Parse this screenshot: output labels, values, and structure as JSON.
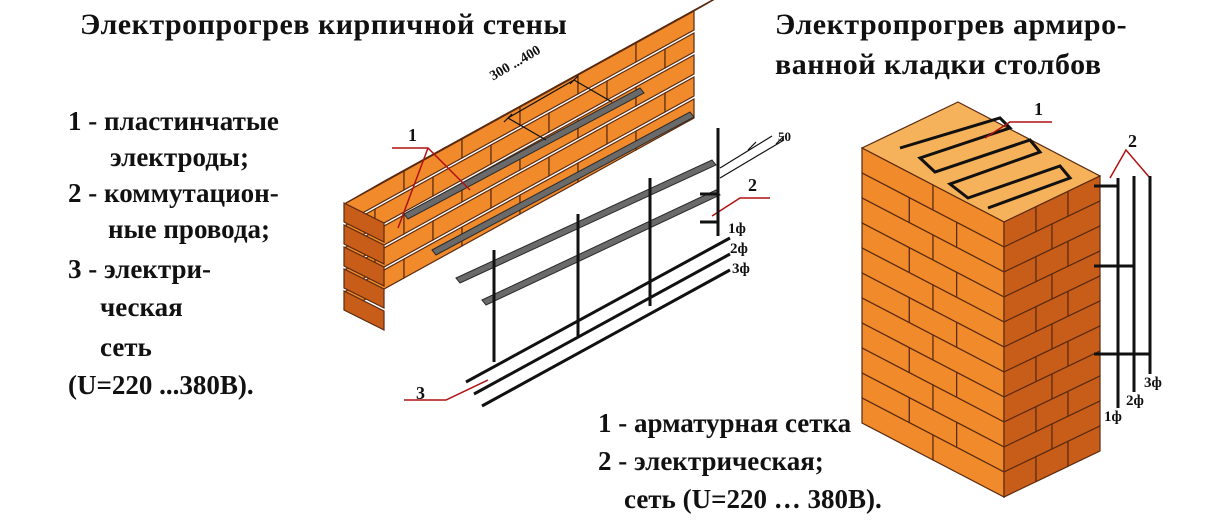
{
  "left_title": "Электропрогрев    кирпичной  стены",
  "right_title_line1": "Электропрогрев  армиро-",
  "right_title_line2": "ванной  кладки  столбов",
  "left_legend": {
    "l1": "1 - пластинчатые",
    "l2": "электроды;",
    "l3": "2 - коммутацион-",
    "l4": "ные  провода;",
    "l5": "3 - электри-",
    "l6": "ческая",
    "l7": "сеть",
    "l8": "(U=220 ...380В)."
  },
  "right_legend": {
    "l1": "1 - арматурная    сетка",
    "l2": "2 - электрическая;",
    "l3": "сеть (U=220 … 380В)."
  },
  "wall_labels": {
    "dim_spacing": "300 ...400",
    "dim_50": "50",
    "num1": "1",
    "num2": "2",
    "num3": "3",
    "ph1": "1ф",
    "ph2": "2ф",
    "ph3": "3ф"
  },
  "column_labels": {
    "num1": "1",
    "num2": "2",
    "ph1": "1ф",
    "ph2": "2ф",
    "ph3": "3ф"
  },
  "colors": {
    "brick_front": "#f08a2a",
    "brick_top": "#f6b25a",
    "brick_side": "#c85d1a",
    "mortar": "#5a2a10",
    "leader": "#b01010"
  }
}
